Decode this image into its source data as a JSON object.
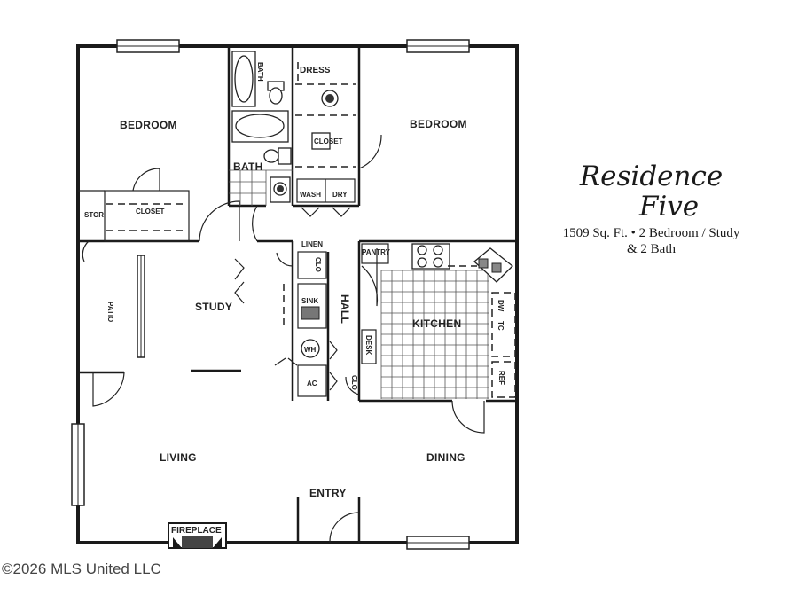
{
  "title": {
    "line1": "Residence",
    "line2": "Five"
  },
  "subtitle": {
    "line1": "1509 Sq. Ft. • 2 Bedroom / Study",
    "line2": "& 2 Bath"
  },
  "rooms": {
    "bedroom_left": "BEDROOM",
    "bedroom_right": "BEDROOM",
    "study": "STUDY",
    "living": "LIVING",
    "dining": "DINING",
    "kitchen": "KITCHEN",
    "entry": "ENTRY",
    "hall": "HALL",
    "patio": "PATIO",
    "bath": "BATH",
    "bath_small": "BATH",
    "dress": "DRESS",
    "closet_right": "CLOSET",
    "closet_left": "CLOSET",
    "stor": "STOR",
    "wash": "WASH",
    "dry": "DRY",
    "linen": "LINEN",
    "clo_hall": "CLO",
    "clo_kitchen": "CLO",
    "sink": "SINK",
    "wh": "WH",
    "ac": "AC",
    "pantry": "PANTRY",
    "desk": "DESK",
    "dw": "DW",
    "tc": "TC",
    "ref": "REF",
    "fireplace": "FIREPLACE"
  },
  "copyright": "©2026 MLS United LLC"
}
